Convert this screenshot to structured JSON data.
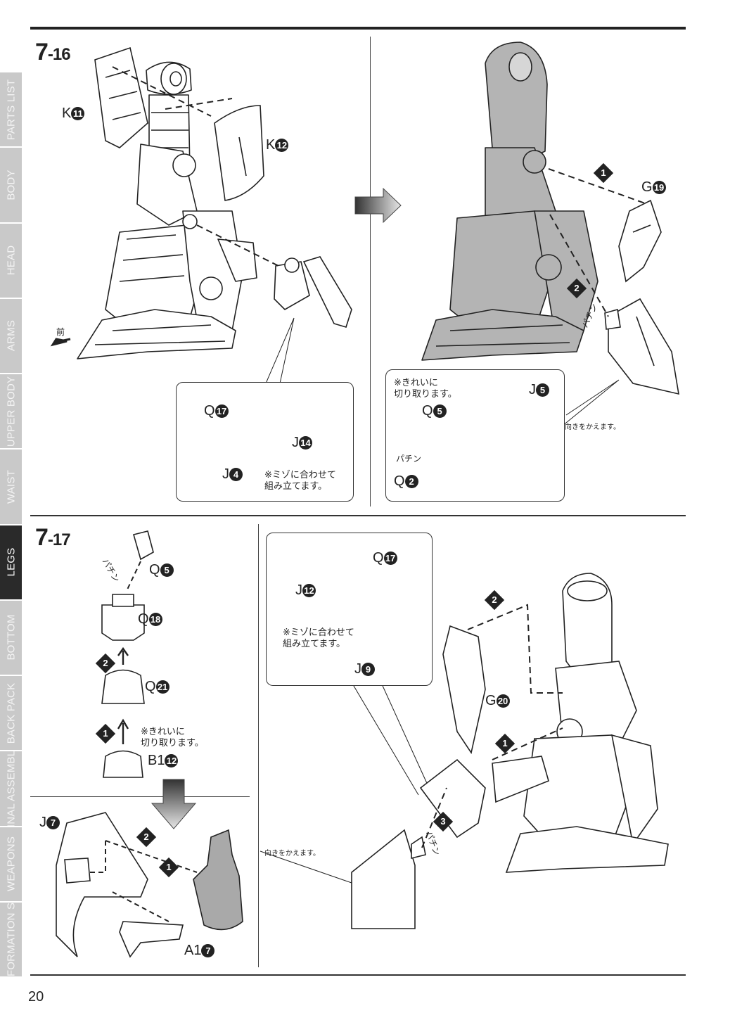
{
  "side_tabs": [
    {
      "label": "PARTS LIST",
      "active": false
    },
    {
      "label": "BODY",
      "active": false
    },
    {
      "label": "HEAD",
      "active": false
    },
    {
      "label": "ARMS",
      "active": false
    },
    {
      "label": "UPPER BODY",
      "active": false
    },
    {
      "label": "WAIST",
      "active": false
    },
    {
      "label": "LEGS",
      "active": true
    },
    {
      "label": "BOTTOM",
      "active": false
    },
    {
      "label": "BACK PACK",
      "active": false
    },
    {
      "label": "FINAL ASSEMBLE",
      "active": false
    },
    {
      "label": "WEAPONS",
      "active": false
    },
    {
      "label": "TRANSFORMATION SYSTEM",
      "active": false
    }
  ],
  "page_number": "20",
  "step_a": {
    "number": "7",
    "sub": "-16",
    "front_label": "前",
    "k11": {
      "letter": "K",
      "num": "11"
    },
    "k12": {
      "letter": "K",
      "num": "12"
    },
    "g19": {
      "letter": "G",
      "num": "19"
    },
    "order1": "1",
    "order2": "2",
    "click_label": "パチン",
    "inset1": {
      "q17": {
        "letter": "Q",
        "num": "17"
      },
      "j14": {
        "letter": "J",
        "num": "14"
      },
      "j4": {
        "letter": "J",
        "num": "4"
      },
      "note": "※ミゾに合わせて\n組み立てます。"
    },
    "inset2": {
      "note": "※きれいに\n切り取ります。",
      "q5": {
        "letter": "Q",
        "num": "5"
      },
      "j5": {
        "letter": "J",
        "num": "5"
      },
      "q2": {
        "letter": "Q",
        "num": "2"
      },
      "click_label": "パチン",
      "turn_note": "向きをかえます。"
    }
  },
  "step_b": {
    "number": "7",
    "sub": "-17",
    "q5": {
      "letter": "Q",
      "num": "5"
    },
    "q18": {
      "letter": "Q",
      "num": "18"
    },
    "q21": {
      "letter": "Q",
      "num": "21"
    },
    "b1_12": {
      "letter": "B1",
      "num": "12"
    },
    "click_label": "パチン",
    "cut_note": "※きれいに\n切り取ります。",
    "j7": {
      "letter": "J",
      "num": "7"
    },
    "a1_7": {
      "letter": "A1",
      "num": "7"
    },
    "turn_note": "向きをかえます。",
    "inset": {
      "j12": {
        "letter": "J",
        "num": "12"
      },
      "q17": {
        "letter": "Q",
        "num": "17"
      },
      "j9": {
        "letter": "J",
        "num": "9"
      },
      "note": "※ミゾに合わせて\n組み立てます。"
    },
    "g20": {
      "letter": "G",
      "num": "20"
    },
    "order1": "1",
    "order2": "2",
    "order3": "3"
  }
}
